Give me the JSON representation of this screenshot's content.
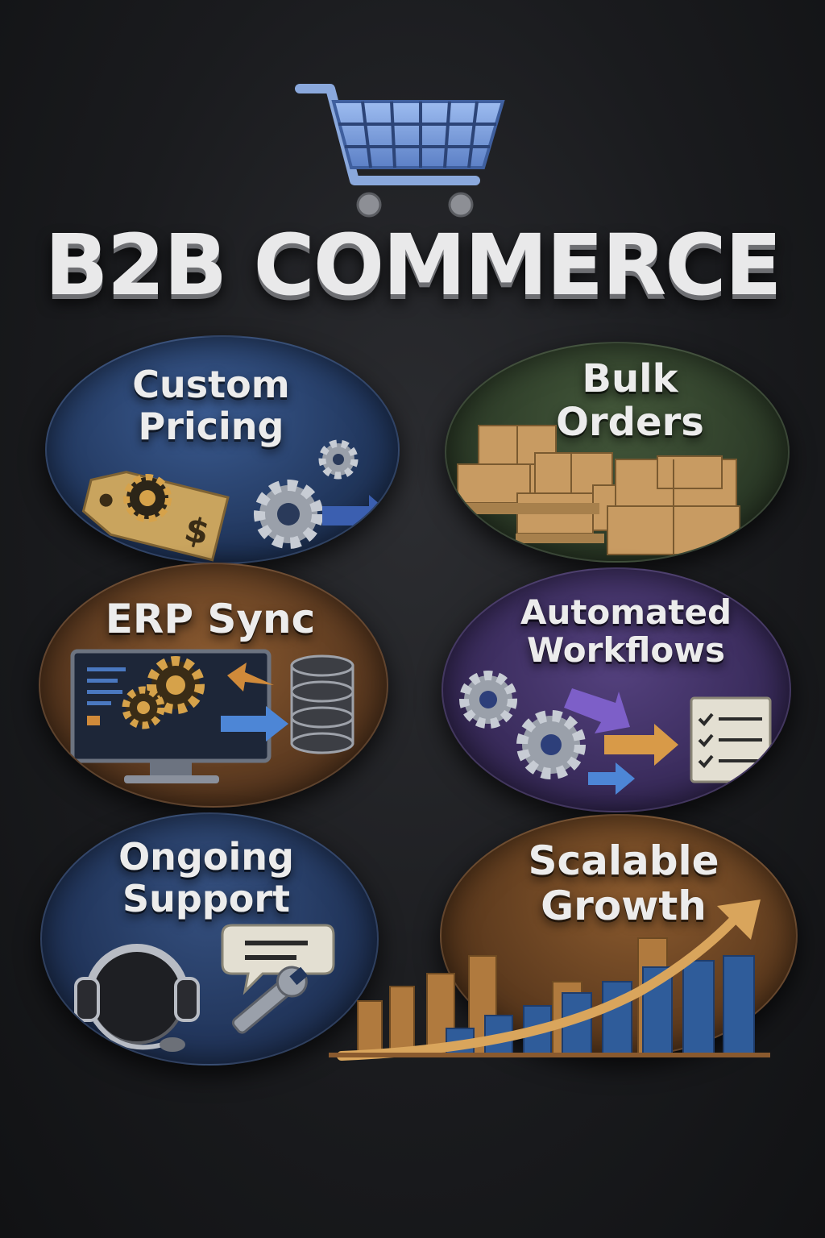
{
  "title": "B2B COMMERCE",
  "features": [
    {
      "label": "Custom\nPricing",
      "color": "#2b4370",
      "icon": "price-tag-gears-icon"
    },
    {
      "label": "Bulk\nOrders",
      "color": "#34452f",
      "icon": "pallet-boxes-icon"
    },
    {
      "label": "ERP Sync",
      "color": "#6a4226",
      "icon": "monitor-database-sync-icon"
    },
    {
      "label": "Automated\nWorkflows",
      "color": "#3f2f62",
      "icon": "gears-checklist-icon"
    },
    {
      "label": "Ongoing\nSupport",
      "color": "#26395e",
      "icon": "headset-chat-wrench-icon"
    },
    {
      "label": "Scalable\nGrowth",
      "color": "#6b4222",
      "icon": "growth-chart-icon"
    }
  ],
  "colors": {
    "cart_blue": "#7fa2e0",
    "title_text": "#e9e9ea",
    "gear_gold": "#d6a24a",
    "gear_silver": "#b8bcc4",
    "box_tan": "#c89b62",
    "arrow_blue": "#4d86d6"
  }
}
